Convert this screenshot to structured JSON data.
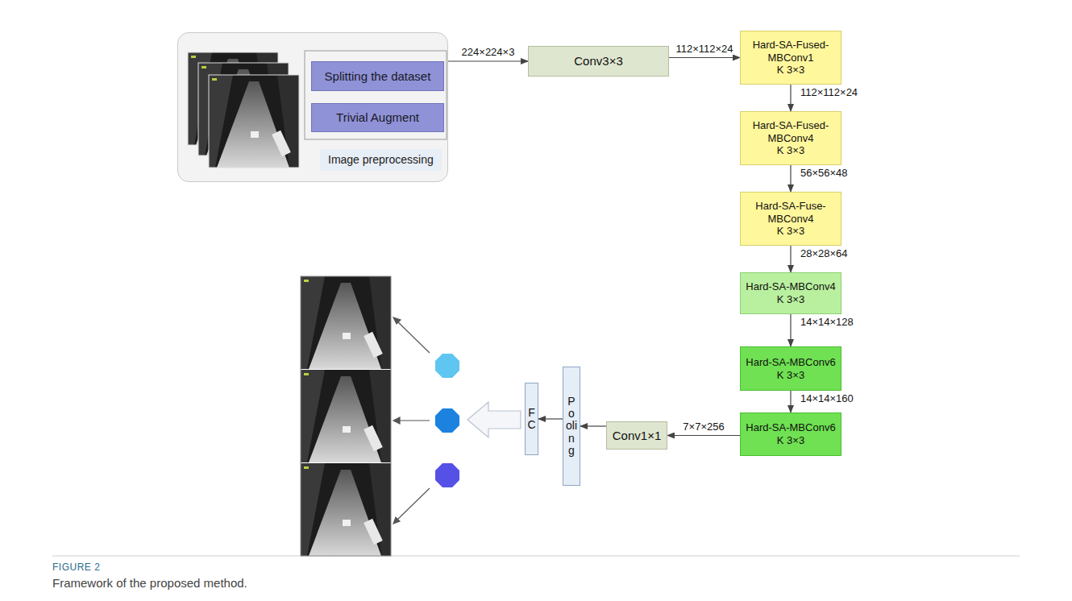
{
  "diagram": {
    "caption": "Framework of the proposed method.",
    "nodes": [
      {
        "text": [
          "Image preprocessing"
        ]
      },
      {
        "text": [
          "Splitting the dataset"
        ],
        "in": 0
      },
      {
        "text": [
          "Trivial Augment"
        ],
        "in": 0
      },
      {
        "text": [
          "Conv3×3"
        ]
      },
      {
        "text": [
          "Hard-SA-Fused-MBConv1",
          "K 3×3"
        ]
      },
      {
        "text": [
          "Hard-SA-Fused-MBConv4",
          "K 3×3"
        ]
      },
      {
        "text": [
          "Hard-SA-Fuse-MBConv4",
          "K 3×3"
        ]
      },
      {
        "text": [
          "Hard-SA-MBConv4",
          "K 3×3"
        ]
      },
      {
        "text": [
          "Hard-SA-MBConv6",
          "K 3×3"
        ]
      },
      {
        "text": [
          "Hard-SA-MBConv6",
          "K 3×3"
        ]
      },
      {
        "text": [
          "Conv1×1"
        ]
      },
      {
        "text": [
          "Pooling"
        ]
      },
      {
        "text": [
          "FC"
        ]
      }
    ],
    "edges": [
      {
        "from": 0,
        "to": 3,
        "label": "224×224×3",
        "arrow": "to"
      },
      {
        "from": 3,
        "to": 4,
        "label": "112×112×24",
        "arrow": "to"
      },
      {
        "from": 4,
        "to": 5,
        "label": "112×112×24",
        "arrow": "to"
      },
      {
        "from": 5,
        "to": 6,
        "label": "56×56×48",
        "arrow": "to"
      },
      {
        "from": 6,
        "to": 7,
        "label": "28×28×64",
        "arrow": "to"
      },
      {
        "from": 7,
        "to": 8,
        "label": "14×14×128",
        "arrow": "to"
      },
      {
        "from": 8,
        "to": 9,
        "label": "14×14×160",
        "arrow": "to"
      },
      {
        "from": 9,
        "to": 10,
        "label": "7×7×256",
        "arrow": "to"
      },
      {
        "from": 10,
        "to": 11,
        "arrow": "to"
      },
      {
        "from": 11,
        "to": 12,
        "arrow": "to"
      }
    ],
    "labels": [
      "FIGURE 2"
    ]
  }
}
